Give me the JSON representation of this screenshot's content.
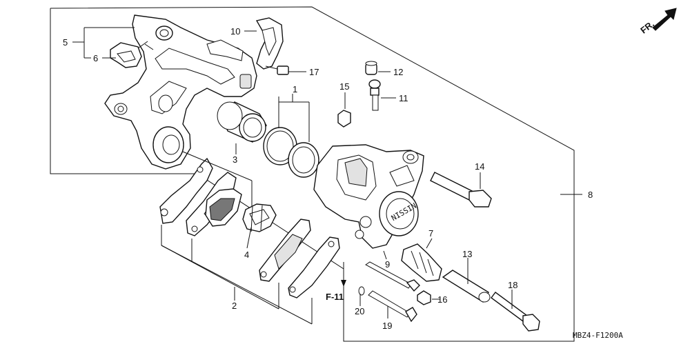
{
  "callouts": {
    "c1": "1",
    "c2": "2",
    "c3": "3",
    "c4": "4",
    "c5": "5",
    "c6": "6",
    "c7": "7",
    "c8": "8",
    "c9": "9",
    "c10": "10",
    "c11": "11",
    "c12": "12",
    "c13": "13",
    "c14": "14",
    "c15": "15",
    "c16": "16",
    "c17": "17",
    "c18": "18",
    "c19": "19",
    "c20": "20"
  },
  "direction_label": "FR.",
  "ref_label": "F-11",
  "diagram_code": "MBZ4-F1200A",
  "caliper_mark": "NISSIN"
}
